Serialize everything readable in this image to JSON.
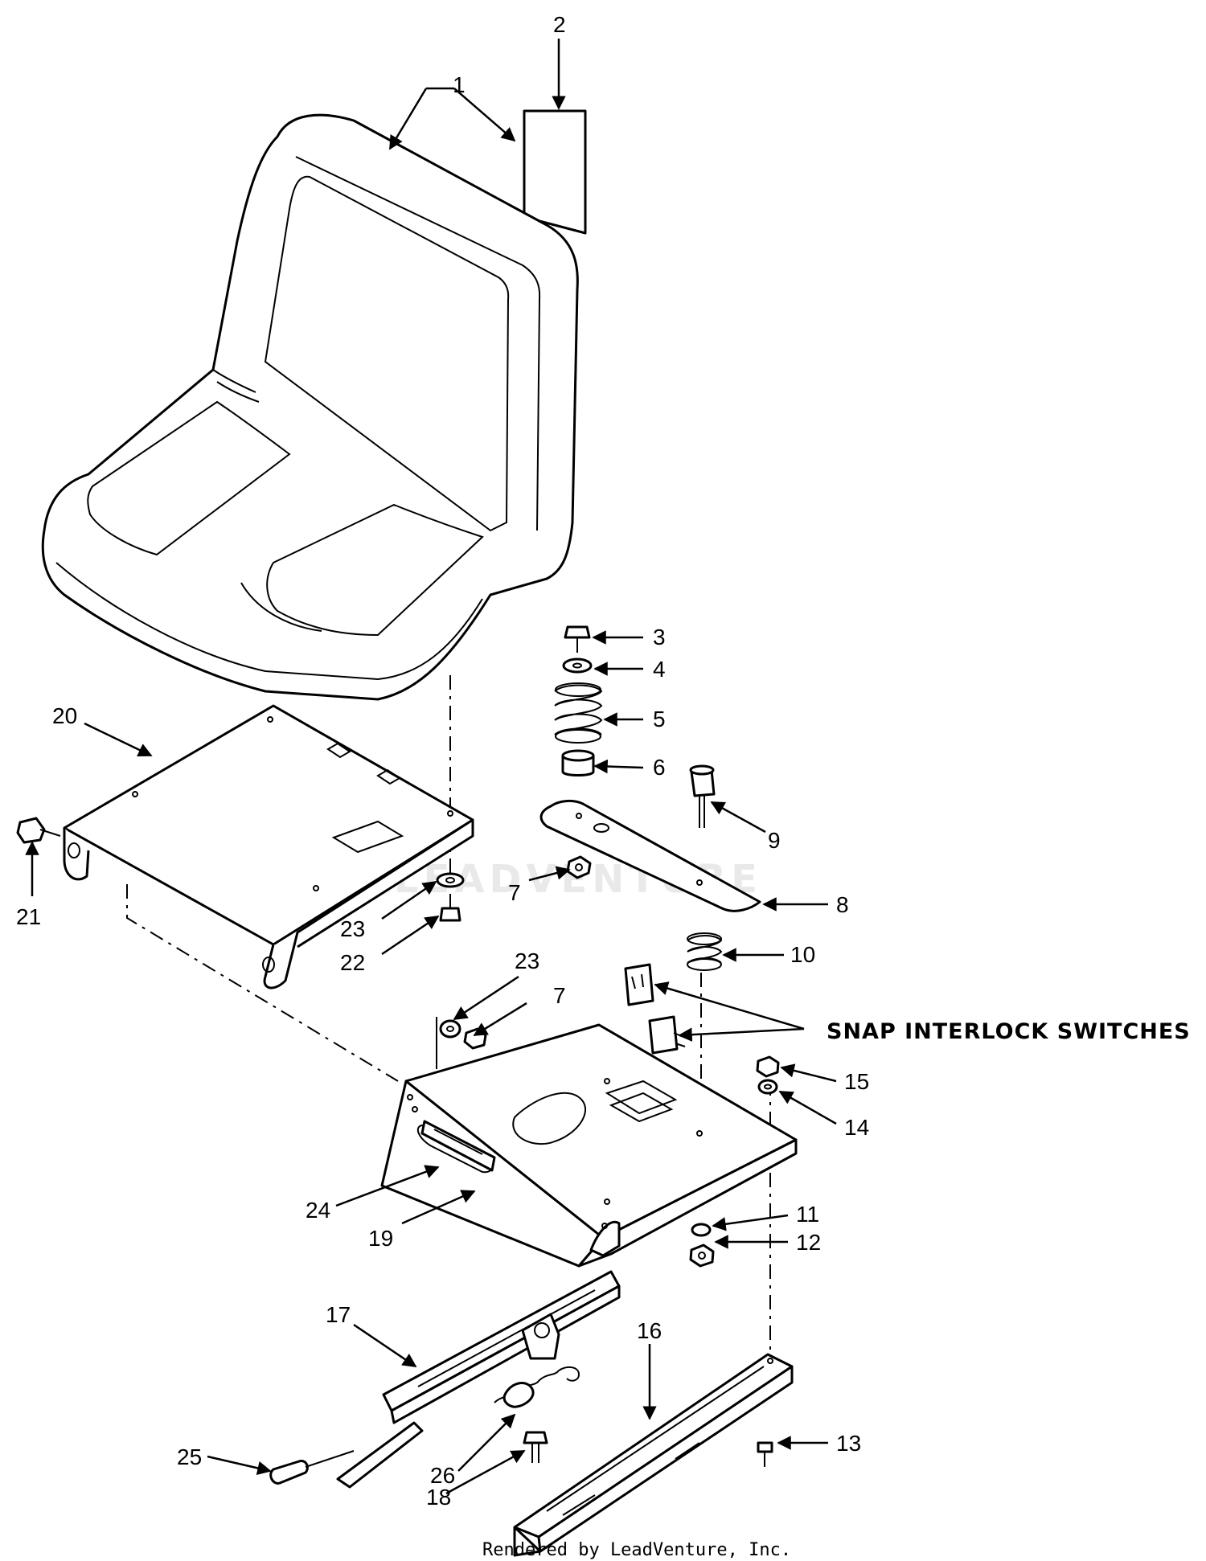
{
  "diagram": {
    "callouts": [
      "1",
      "2",
      "3",
      "4",
      "5",
      "6",
      "7",
      "8",
      "9",
      "10",
      "11",
      "12",
      "13",
      "14",
      "15",
      "16",
      "17",
      "18",
      "19",
      "20",
      "21",
      "22",
      "23",
      "23",
      "24",
      "25",
      "26",
      "7"
    ],
    "annotation": "SNAP INTERLOCK SWITCHES",
    "watermark": "LEADVENTURE",
    "credit": "Rendered by LeadVenture, Inc."
  }
}
